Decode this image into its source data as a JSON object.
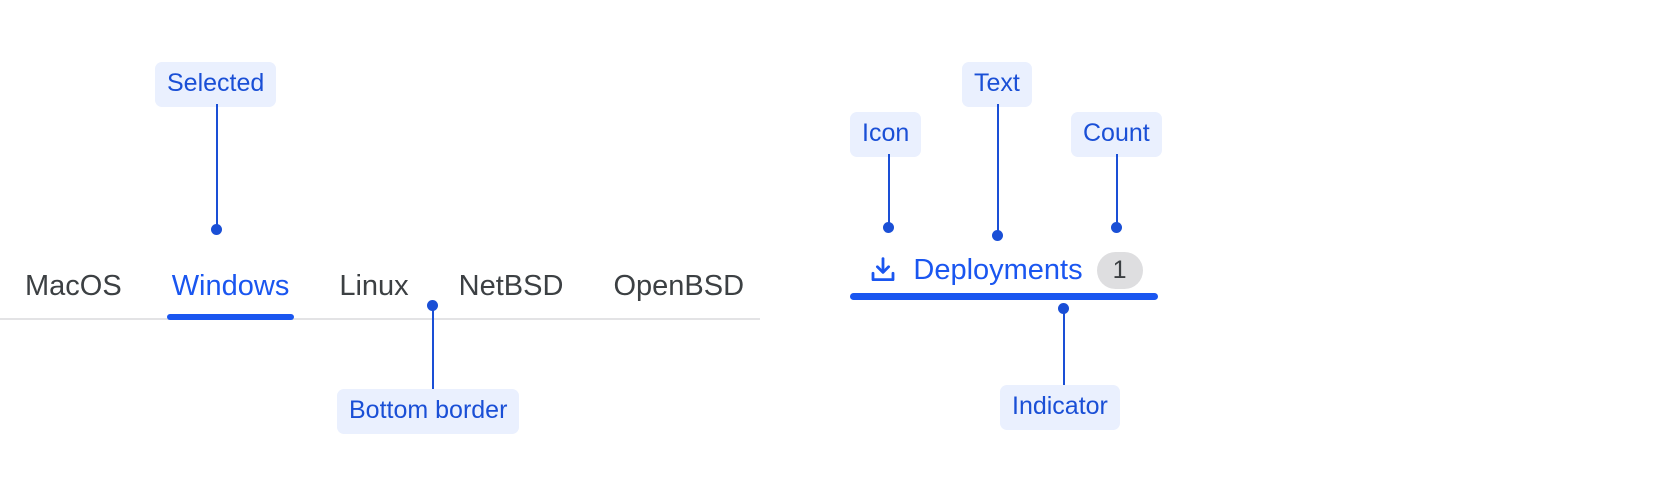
{
  "meta": {
    "accent_blue": "#1a56f0",
    "annotation_blue": "#1a4fd6",
    "annotation_badge_bg": "#eaf0fe",
    "tab_text_color": "#3c4043",
    "tab_border_color": "#e3e3e5",
    "count_badge_bg": "#dedee0"
  },
  "os_tabs": {
    "items": [
      {
        "label": "MacOS",
        "selected": false
      },
      {
        "label": "Windows",
        "selected": true
      },
      {
        "label": "Linux",
        "selected": false
      },
      {
        "label": "NetBSD",
        "selected": false
      },
      {
        "label": "OpenBSD",
        "selected": false
      }
    ]
  },
  "deployments_tab": {
    "icon": "download-icon",
    "label": "Deployments",
    "count": "1",
    "selected": true
  },
  "annotations": [
    {
      "id": "selected",
      "label": "Selected"
    },
    {
      "id": "bottom-border",
      "label": "Bottom border"
    },
    {
      "id": "icon",
      "label": "Icon"
    },
    {
      "id": "text",
      "label": "Text"
    },
    {
      "id": "count",
      "label": "Count"
    },
    {
      "id": "indicator",
      "label": "Indicator"
    }
  ]
}
